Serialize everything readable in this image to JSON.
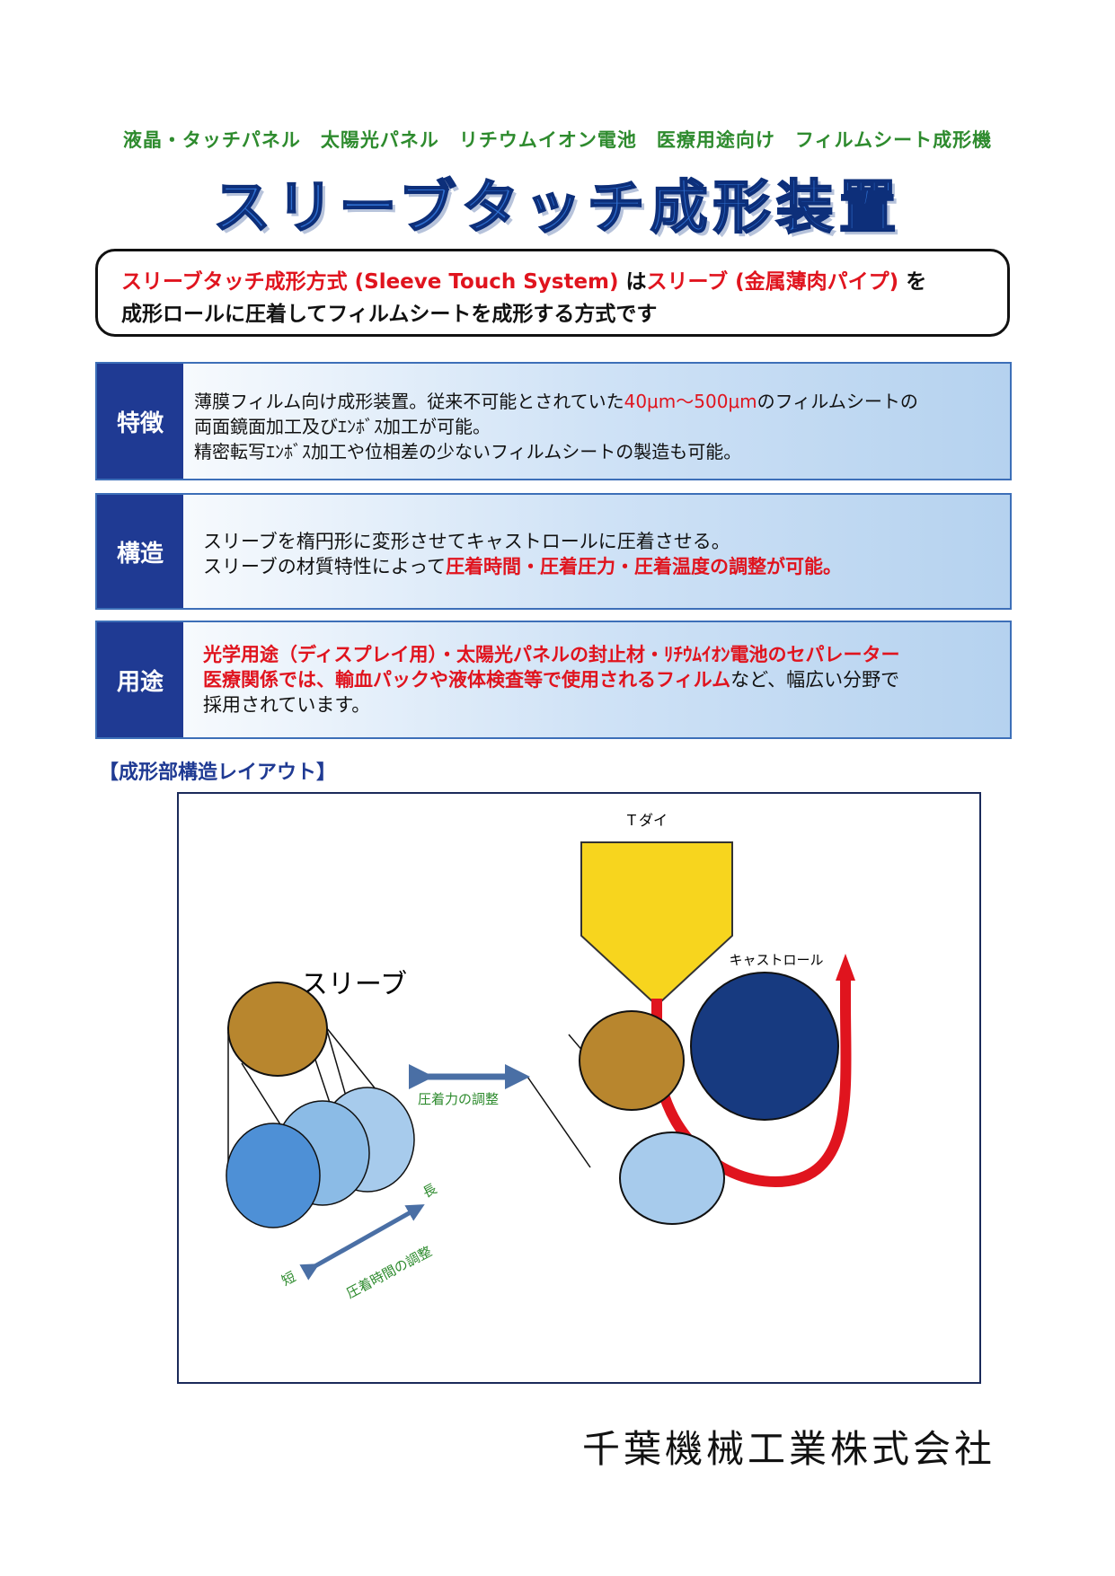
{
  "header": {
    "subtitle": "液晶・タッチパネル　太陽光パネル　リチウムイオン電池　医療用途向け　フィルムシート成形機",
    "title": "スリーブタッチ成形装置"
  },
  "intro": {
    "line1_a": "スリーブタッチ成形方式 (Sleeve Touch System) ",
    "line1_b": "は",
    "line1_c": "スリーブ (金属薄肉パイプ) ",
    "line1_d": "を",
    "line2": "成形ロールに圧着してフィルムシートを成形する方式です"
  },
  "features": {
    "label": "特徴",
    "line1_a": "薄膜フィルム向け成形装置。従来不可能とされていた",
    "line1_b": "40μm～500μm",
    "line1_c": "のフィルムシートの",
    "line2": "両面鏡面加工及びｴﾝﾎﾞｽ加工が可能。",
    "line3": "精密転写ｴﾝﾎﾞｽ加工や位相差の少ないフィルムシートの製造も可能。"
  },
  "structure": {
    "label": "構造",
    "line1": "スリーブを楕円形に変形させてキャストロールに圧着させる。",
    "line2_a": "スリーブの材質特性によって",
    "line2_b": "圧着時間・圧着圧力・圧着温度の調整が可能。"
  },
  "uses": {
    "label": "用途",
    "line1": "光学用途（ディスプレイ用）・太陽光パネルの封止材・ﾘﾁｳﾑｲｵﾝ電池のセパレーター",
    "line2_a": "医療関係では、輸血パックや液体検査等で使用されるフィルム",
    "line2_b": "など、幅広い分野で",
    "line3": "採用されています。"
  },
  "layout_title": "【成形部構造レイアウト】",
  "diagram": {
    "t_die": "Ｔダイ",
    "cast_roll": "キャストロール",
    "sleeve": "スリーブ",
    "pressure_adjust": "圧着力の調整",
    "time_adjust": "圧着時間の調整",
    "long": "長",
    "short": "短"
  },
  "company": "千葉機械工業株式会社",
  "colors": {
    "navy": "#1f3a93",
    "accent_red": "#e0141e",
    "green_label": "#2e8b2e",
    "die_yellow": "#f7d51e",
    "sleeve_brown": "#b8862e",
    "cast_roll_navy": "#173a80",
    "light_roll": "#a7cbec"
  }
}
